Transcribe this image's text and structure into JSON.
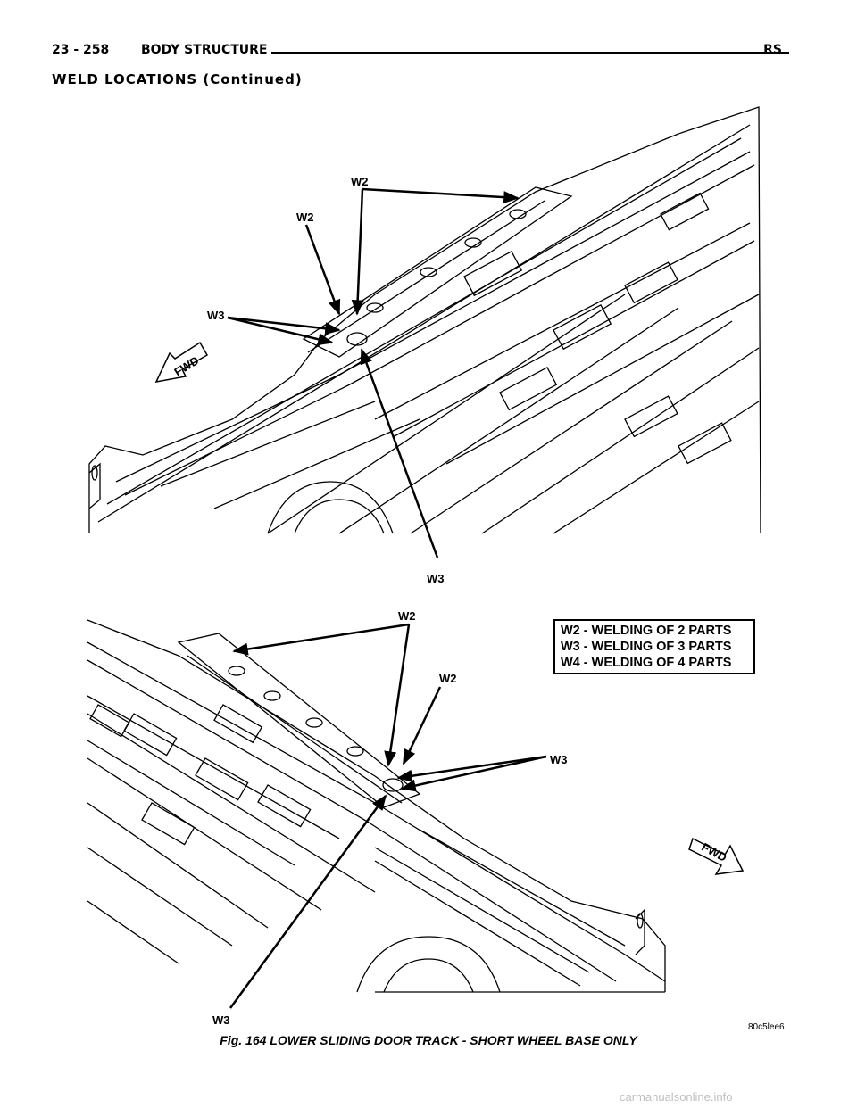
{
  "header": {
    "page_number": "23 - 258",
    "section": "BODY STRUCTURE",
    "code": "RS"
  },
  "section_title": "WELD LOCATIONS (Continued)",
  "top_view": {
    "labels": [
      "W2",
      "W2",
      "W3",
      "W3"
    ],
    "fwd_arrow": "FWD"
  },
  "bottom_view": {
    "labels": [
      "W2",
      "W2",
      "W3",
      "W3"
    ],
    "fwd_arrow": "FWD"
  },
  "legend": [
    "W2 - WELDING OF 2 PARTS",
    "W3 - WELDING OF 3 PARTS",
    "W4 - WELDING OF 4 PARTS"
  ],
  "figure_code": "80c5lee6",
  "caption": "Fig. 164 LOWER SLIDING DOOR TRACK - SHORT WHEEL BASE ONLY",
  "footer": "carmanualsonline.info"
}
